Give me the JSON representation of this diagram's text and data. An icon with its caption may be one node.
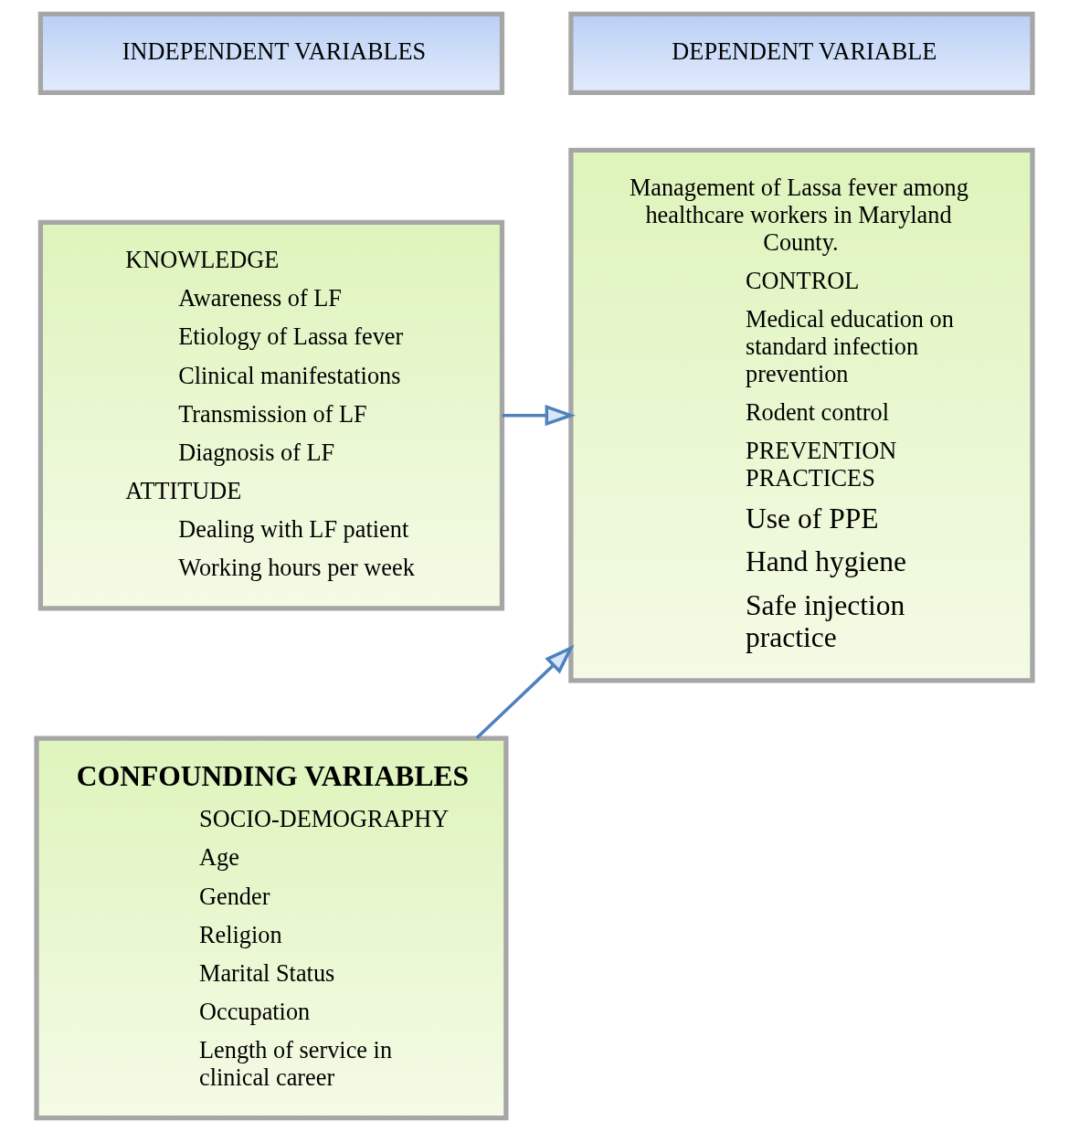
{
  "diagram": {
    "nodes": [
      {
        "text": [
          "INDEPENDENT VARIABLES"
        ]
      },
      {
        "text": [
          "DEPENDENT VARIABLE"
        ]
      },
      {
        "text": [
          "KNOWLEDGE",
          "Awareness of LF",
          "Etiology of Lassa fever",
          "Clinical manifestations",
          "Transmission of LF",
          "Diagnosis of LF",
          "ATTITUDE",
          "Dealing with LF patient",
          "Working hours per week"
        ]
      },
      {
        "text": [
          "Management of Lassa fever among healthcare workers in Maryland County.",
          "CONTROL",
          "Medical education on standard infection prevention",
          "Rodent control",
          "PREVENTION PRACTICES",
          "Use of PPE",
          "Hand hygiene",
          "Safe injection practice"
        ]
      },
      {
        "text": [
          "CONFOUNDING VARIABLES",
          "SOCIO-DEMOGRAPHY",
          "Age",
          "Gender",
          "Religion",
          "Marital Status",
          "Occupation",
          "Length of service in clinical career"
        ]
      }
    ],
    "edges": [
      {
        "from": 2,
        "to": 3,
        "arrow": "to"
      },
      {
        "from": 4,
        "to": 3,
        "arrow": "to"
      }
    ]
  }
}
